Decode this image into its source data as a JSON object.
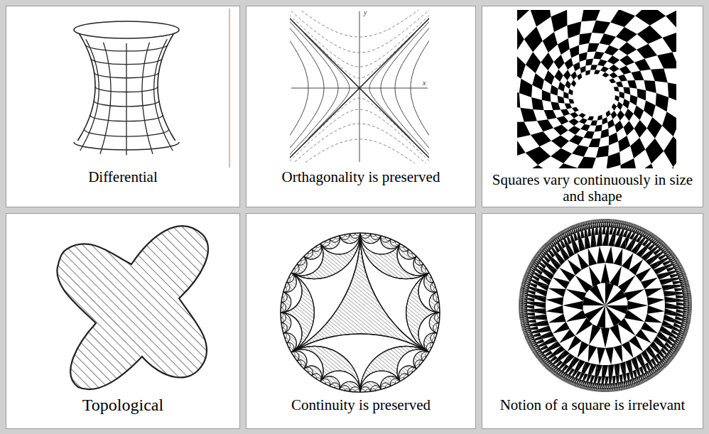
{
  "diagram": {
    "nodes": [
      {
        "text": [
          "Differential"
        ]
      },
      {
        "text": [
          "Orthagonality is preserved"
        ]
      },
      {
        "text": [
          "Squares vary continuously in size and shape"
        ]
      },
      {
        "text": [
          "Topological"
        ]
      },
      {
        "text": [
          "Continuity is preserved"
        ]
      },
      {
        "text": [
          "Notion of a square is irrelevant"
        ]
      }
    ],
    "labels": [
      "y",
      "x"
    ]
  }
}
